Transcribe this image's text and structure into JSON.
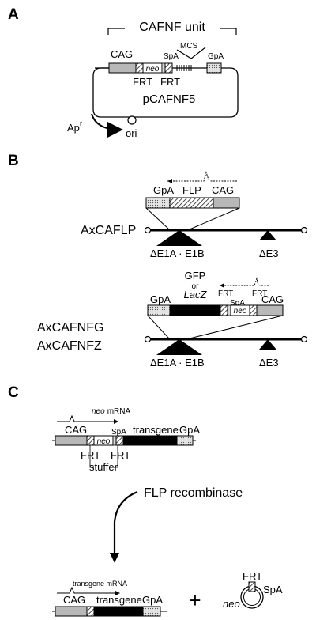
{
  "panels": {
    "a": "A",
    "b": "B",
    "c": "C"
  },
  "colors": {
    "stroke": "#000000",
    "cag_fill": "#b8b8b8",
    "polyA_fill": "#d8d8d8",
    "transgene_fill": "#000000",
    "background": "#ffffff"
  },
  "icons": [
    "hatched-frt-box",
    "dotted-polyA-box",
    "grey-cag-box",
    "black-triangle-deletion",
    "arrow-icon"
  ],
  "panel_a": {
    "unit_label": "CAFNF unit",
    "mcs": "MCS",
    "cag": "CAG",
    "spa": "SpA",
    "gpa": "GpA",
    "neo": "neo",
    "frt_left": "FRT",
    "frt_right": "FRT",
    "plasmid": "pCAFNF5",
    "ampr": "Ap",
    "ampr_sup": "r",
    "ori": "ori"
  },
  "panel_b": {
    "flp_gpa": "GpA",
    "flp_flp": "FLP",
    "flp_cag": "CAG",
    "name_flp": "AxCAFLP",
    "e1": "ΔE1A · E1B",
    "e3": "ΔE3",
    "gfp": "GFP",
    "or": "or",
    "lacz": "LacZ",
    "nf_gpa": "GpA",
    "nf_frt1": "FRT",
    "nf_spa": "SpA",
    "nf_neo": "neo",
    "nf_frt2": "FRT",
    "nf_cag": "CAG",
    "name_nfg": "AxCAFNFG",
    "name_nfz": "AxCAFNFZ",
    "e1b": "ΔE1A · E1B",
    "e3b": "ΔE3"
  },
  "panel_c": {
    "neo_word": "neo",
    "mrna_word": "mRNA",
    "cag": "CAG",
    "neo": "neo",
    "spa": "SpA",
    "transgene": "transgene",
    "gpa": "GpA",
    "frt_left": "FRT",
    "frt_right": "FRT",
    "stuffer": "stuffer",
    "recombinase": "FLP recombinase",
    "tg_mrna": "transgene mRNA",
    "cag2": "CAG",
    "transgene2": "transgene",
    "gpa2": "GpA",
    "plus": "+",
    "circ_frt": "FRT",
    "circ_spa": "SpA",
    "circ_neo": "neo"
  }
}
